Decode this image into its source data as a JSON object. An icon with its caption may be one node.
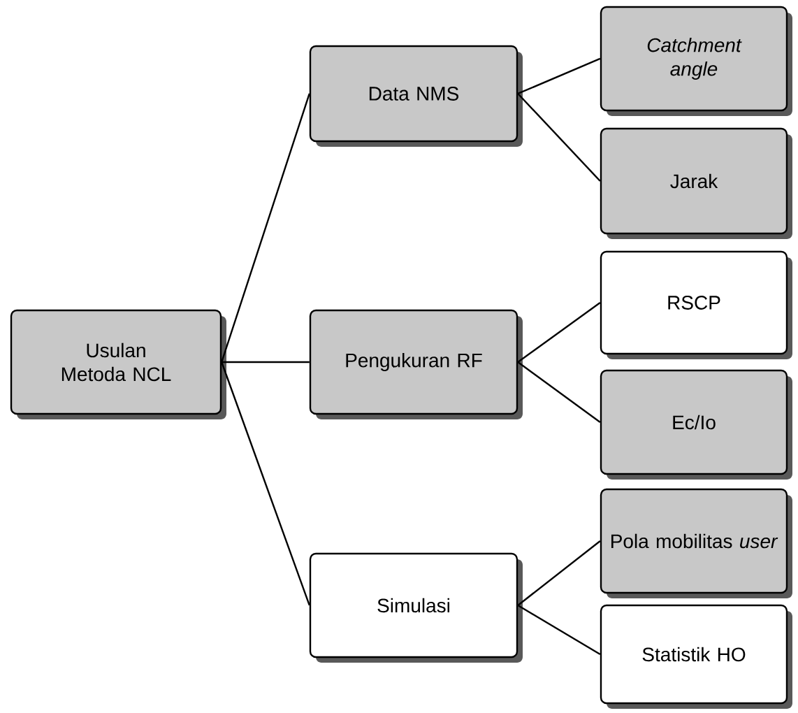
{
  "diagram": {
    "nodes": [
      {
        "text": [
          "Usulan Metoda NCL"
        ]
      },
      {
        "text": [
          "Data NMS"
        ]
      },
      {
        "text": [
          "Pengukuran RF"
        ]
      },
      {
        "text": [
          "Simulasi"
        ]
      },
      {
        "text": [
          "Catchment angle"
        ]
      },
      {
        "text": [
          "Jarak"
        ]
      },
      {
        "text": [
          "RSCP"
        ]
      },
      {
        "text": [
          "Ec/Io"
        ]
      },
      {
        "text": [
          "Pola mobilitas *user*"
        ]
      },
      {
        "text": [
          "Statistik HO"
        ]
      }
    ],
    "edges": [
      {
        "from": 0,
        "to": 1,
        "arrow": "none"
      },
      {
        "from": 0,
        "to": 2,
        "arrow": "none"
      },
      {
        "from": 0,
        "to": 3,
        "arrow": "none"
      },
      {
        "from": 1,
        "to": 4,
        "arrow": "none"
      },
      {
        "from": 1,
        "to": 5,
        "arrow": "none"
      },
      {
        "from": 2,
        "to": 6,
        "arrow": "none"
      },
      {
        "from": 2,
        "to": 7,
        "arrow": "none"
      },
      {
        "from": 3,
        "to": 8,
        "arrow": "none"
      },
      {
        "from": 3,
        "to": 9,
        "arrow": "none"
      }
    ]
  }
}
